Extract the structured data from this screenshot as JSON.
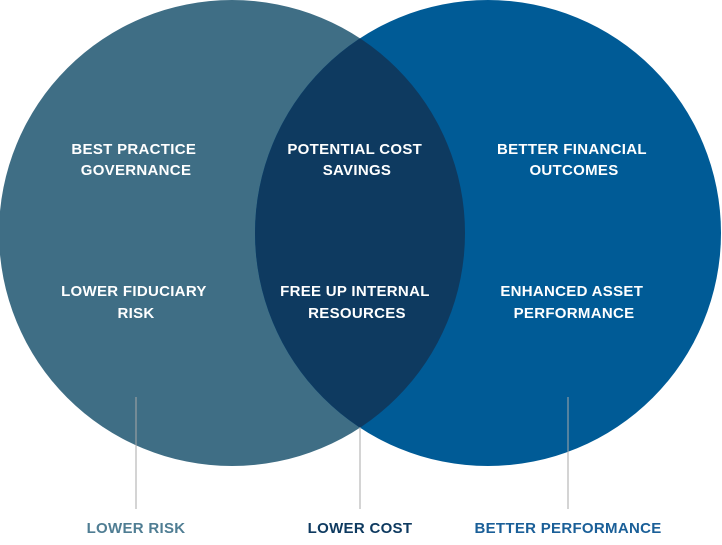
{
  "colors": {
    "left_circle": "#3f6e85",
    "right_circle": "#005b96",
    "overlap": "#0e3a60",
    "left_caption": "#4f7d93",
    "center_caption": "#0e3a60",
    "right_caption": "#1a5f98",
    "connector": "#a8a8a8"
  },
  "left": {
    "items": [
      {
        "line1": "BEST PRACTICE",
        "line2": "GOVERNANCE"
      },
      {
        "line1": "LOWER FIDUCIARY",
        "line2": "RISK"
      }
    ],
    "caption": "LOWER RISK"
  },
  "center": {
    "items": [
      {
        "line1": "POTENTIAL COST",
        "line2": "SAVINGS"
      },
      {
        "line1": "FREE UP INTERNAL",
        "line2": "RESOURCES"
      }
    ],
    "caption": "LOWER COST"
  },
  "right": {
    "items": [
      {
        "line1": "BETTER FINANCIAL",
        "line2": "OUTCOMES"
      },
      {
        "line1": "ENHANCED ASSET",
        "line2": "PERFORMANCE"
      }
    ],
    "caption": "BETTER PERFORMANCE"
  }
}
